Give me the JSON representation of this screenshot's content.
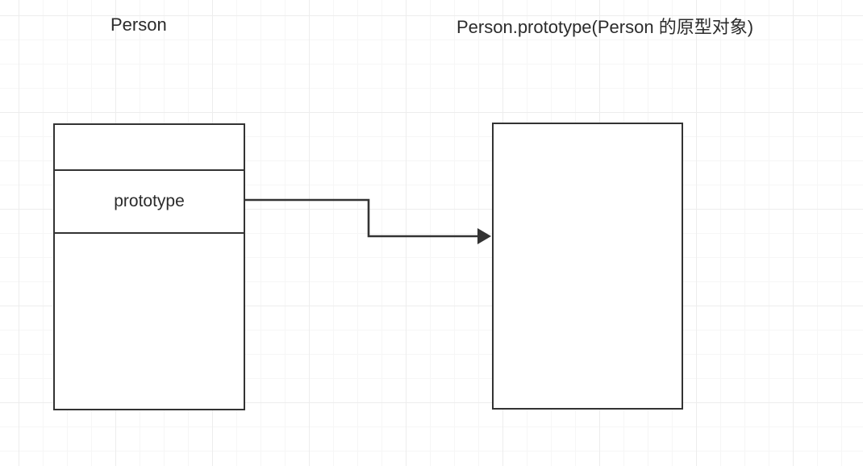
{
  "diagram": {
    "title_left": "Person",
    "title_right": "Person.prototype(Person 的原型对象)",
    "background": "#ffffff",
    "grid_color": "#ededed",
    "stroke_color": "#333333",
    "text_color": "#2b2b2b",
    "nodes": [
      {
        "id": "person",
        "label": "Person",
        "rows": [
          {
            "id": "person-empty-top",
            "text": ""
          },
          {
            "id": "person-prototype",
            "text": "prototype"
          },
          {
            "id": "person-empty-bottom",
            "text": ""
          }
        ]
      },
      {
        "id": "person-prototype-object",
        "label": "Person.prototype(Person 的原型对象)",
        "rows": [
          {
            "id": "prototype-body",
            "text": ""
          }
        ]
      }
    ],
    "edges": [
      {
        "id": "prototype-to-prototype-object",
        "from": "person.prototype",
        "to": "person-prototype-object",
        "label": "",
        "style": "elbow",
        "arrowhead": "solid-triangle"
      }
    ]
  }
}
